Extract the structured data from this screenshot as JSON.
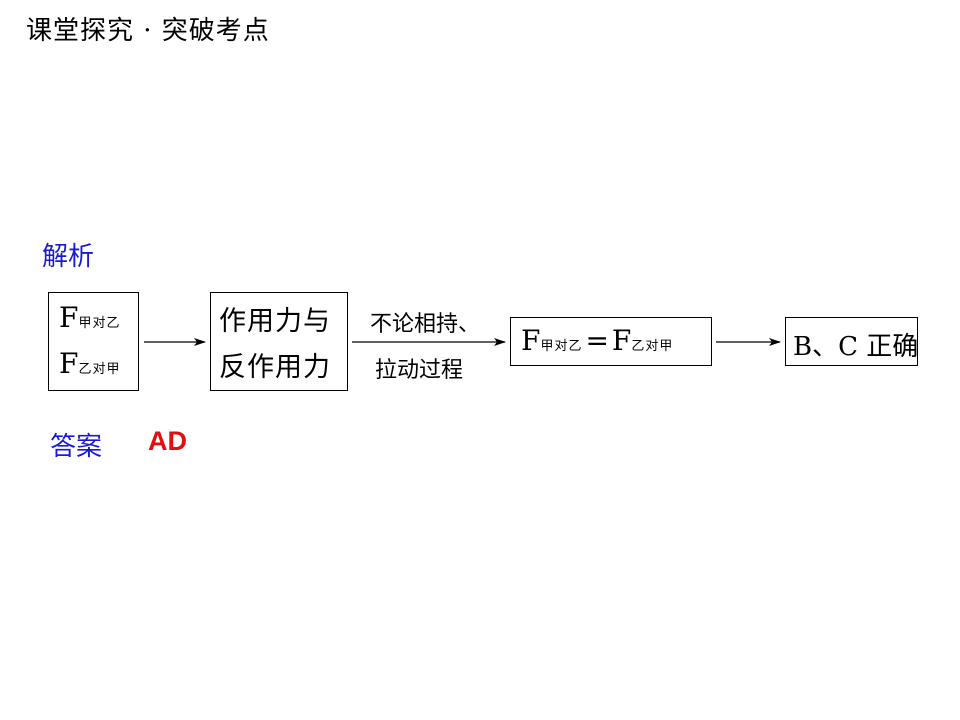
{
  "header": {
    "title": "课堂探究 · 突破考点"
  },
  "analysis": {
    "label": "解析",
    "box1": {
      "force1": {
        "symbol": "F",
        "sub": "甲对乙"
      },
      "force2": {
        "symbol": "F",
        "sub": "乙对甲"
      }
    },
    "box2": {
      "line1": "作用力与",
      "line2": "反作用力"
    },
    "condition": {
      "line1": "不论相持、",
      "line2": "拉动过程"
    },
    "box3": {
      "left": {
        "symbol": "F",
        "sub": "甲对乙"
      },
      "operator": "=",
      "right": {
        "symbol": "F",
        "sub": "乙对甲"
      }
    },
    "box4": {
      "label": "B、C 正确"
    }
  },
  "answer": {
    "label": "答案",
    "value": "AD"
  },
  "colors": {
    "label_blue": "#1a1ad6",
    "answer_red": "#e01010"
  }
}
